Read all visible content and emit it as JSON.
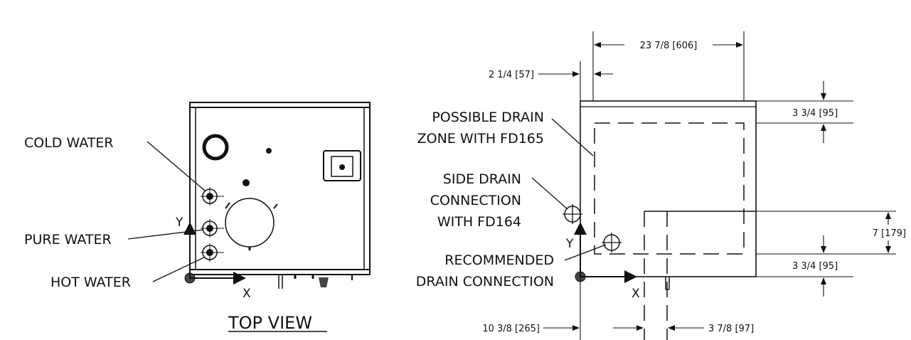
{
  "top_view": {
    "title": "TOP VIEW",
    "labels": {
      "cold_water": "COLD WATER",
      "pure_water": "PURE WATER",
      "hot_water": "HOT WATER"
    },
    "axes": {
      "x": "X",
      "y": "Y"
    }
  },
  "drain_view": {
    "labels": {
      "possible_drain_line1": "POSSIBLE DRAIN",
      "possible_drain_line2": "ZONE WITH FD165",
      "side_drain_line1": "SIDE DRAIN",
      "side_drain_line2": "CONNECTION",
      "side_drain_line3": "WITH FD164",
      "recommended_line1": "RECOMMENDED",
      "recommended_line2": "DRAIN CONNECTION"
    },
    "axes": {
      "x": "X",
      "y": "Y"
    },
    "dimensions": {
      "overall_width": "23 7/8 [606]",
      "left_offset": "2 1/4 [57]",
      "top_offset": "3 3/4 [95]",
      "vertical_height": "7 [179]",
      "bottom_offset": "3 3/4 [95]",
      "recommended_x": "10 3/8 [265]",
      "recommended_width": "3 7/8 [97]"
    }
  }
}
